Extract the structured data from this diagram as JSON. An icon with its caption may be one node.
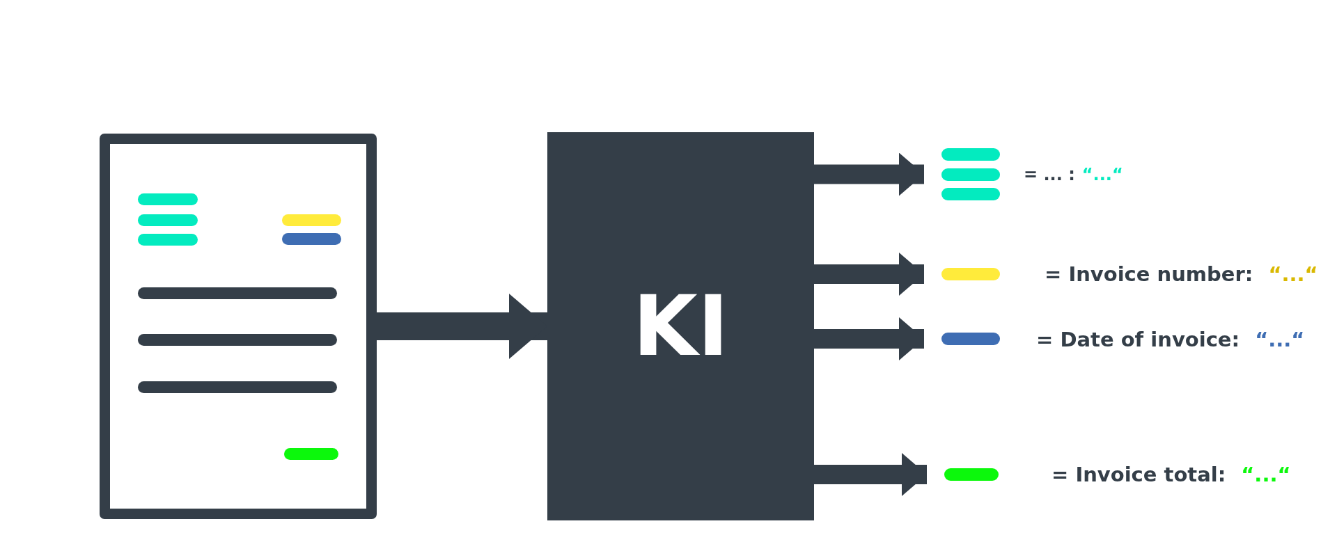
{
  "diagram": {
    "nodes": [
      {
        "text": [],
        "shape": "picture"
      },
      {
        "text": [
          "KI"
        ]
      },
      {
        "text": [],
        "shape": "bar",
        "beside": [
          "= ... :",
          "“...“"
        ]
      },
      {
        "text": [],
        "shape": "bar",
        "beside": [
          "= Invoice number:",
          "“...“"
        ]
      },
      {
        "text": [],
        "shape": "bar",
        "beside": [
          "= Date of invoice:",
          "“...“"
        ]
      },
      {
        "text": [],
        "shape": "bar",
        "beside": [
          "= Invoice total:",
          "“...“"
        ]
      }
    ],
    "edges": [
      {
        "from": 0,
        "to": 1,
        "arrow": "to"
      },
      {
        "from": 1,
        "to": 2,
        "arrow": "to"
      },
      {
        "from": 1,
        "to": 3,
        "arrow": "to"
      },
      {
        "from": 1,
        "to": 4,
        "arrow": "to"
      },
      {
        "from": 1,
        "to": 5,
        "arrow": "to"
      }
    ]
  }
}
